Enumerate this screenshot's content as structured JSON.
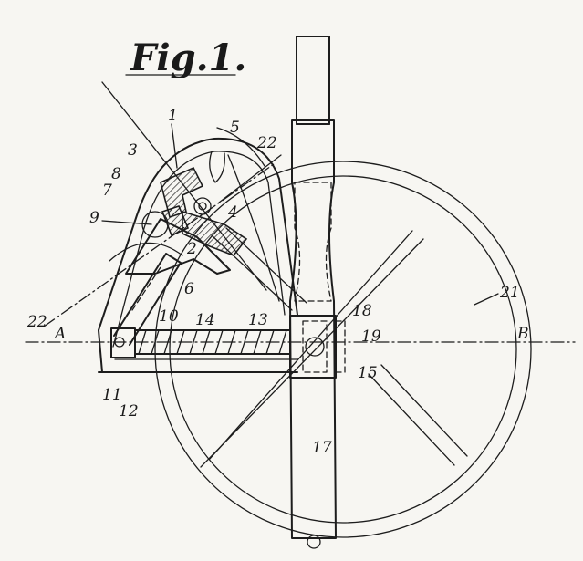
{
  "figure": {
    "title": "Fig.1.",
    "section_labels": {
      "left": "A",
      "right": "B"
    },
    "parts": [
      {
        "id": "p1",
        "label": "1"
      },
      {
        "id": "p2",
        "label": "2"
      },
      {
        "id": "p3",
        "label": "3"
      },
      {
        "id": "p4",
        "label": "4"
      },
      {
        "id": "p5",
        "label": "5"
      },
      {
        "id": "p6",
        "label": "6"
      },
      {
        "id": "p7",
        "label": "7"
      },
      {
        "id": "p8",
        "label": "8"
      },
      {
        "id": "p9",
        "label": "9"
      },
      {
        "id": "p10",
        "label": "10"
      },
      {
        "id": "p11",
        "label": "11"
      },
      {
        "id": "p12",
        "label": "12"
      },
      {
        "id": "p13",
        "label": "13"
      },
      {
        "id": "p14",
        "label": "14"
      },
      {
        "id": "p15",
        "label": "15"
      },
      {
        "id": "p17",
        "label": "17"
      },
      {
        "id": "p18",
        "label": "18"
      },
      {
        "id": "p19",
        "label": "19"
      },
      {
        "id": "p21",
        "label": "21"
      },
      {
        "id": "p22a",
        "label": "22"
      },
      {
        "id": "p22b",
        "label": "22"
      }
    ]
  }
}
